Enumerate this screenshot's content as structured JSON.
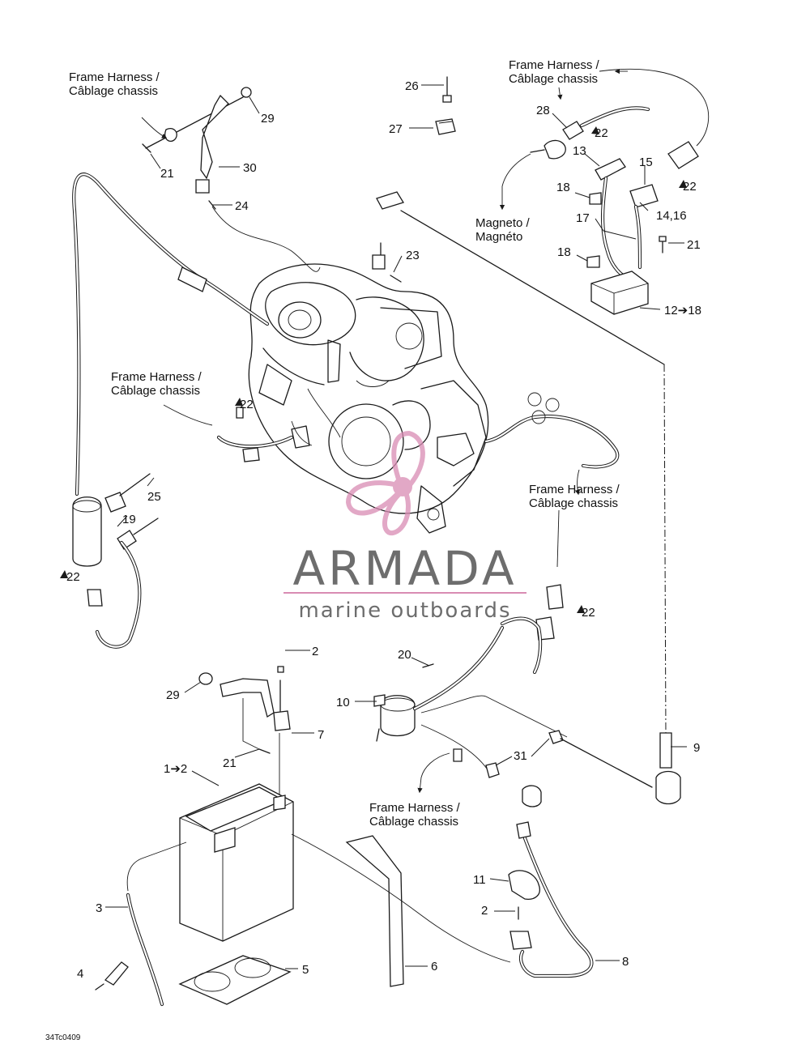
{
  "diagram_ref": "34Tc0409",
  "harness_label": {
    "line1": "Frame Harness /",
    "line2": "Câblage chassis"
  },
  "magneto_label": {
    "line1": "Magneto /",
    "line2": "Magnéto"
  },
  "watermark": {
    "name": "ARMADA",
    "tagline": "marine outboards",
    "color_text": "#6d6d6d",
    "color_logo": "#d98cb3"
  },
  "callouts": {
    "c1to2": "1➔2",
    "c2a": "2",
    "c2b": "2",
    "c3": "3",
    "c4": "4",
    "c5": "5",
    "c6": "6",
    "c7": "7",
    "c8": "8",
    "c9": "9",
    "c10": "10",
    "c11": "11",
    "c12to18": "12➔18",
    "c13": "13",
    "c14_16": "14,16",
    "c15": "15",
    "c17": "17",
    "c18a": "18",
    "c18b": "18",
    "c19": "19",
    "c20": "20",
    "c21a": "21",
    "c21b": "21",
    "c21c": "21",
    "c22a": "22",
    "c22b": "22",
    "c22c": "22",
    "c22d": "22",
    "c22e": "22",
    "c23": "23",
    "c24": "24",
    "c25": "25",
    "c26": "26",
    "c27": "27",
    "c28": "28",
    "c29a": "29",
    "c29b": "29",
    "c30": "30",
    "c31": "31"
  }
}
